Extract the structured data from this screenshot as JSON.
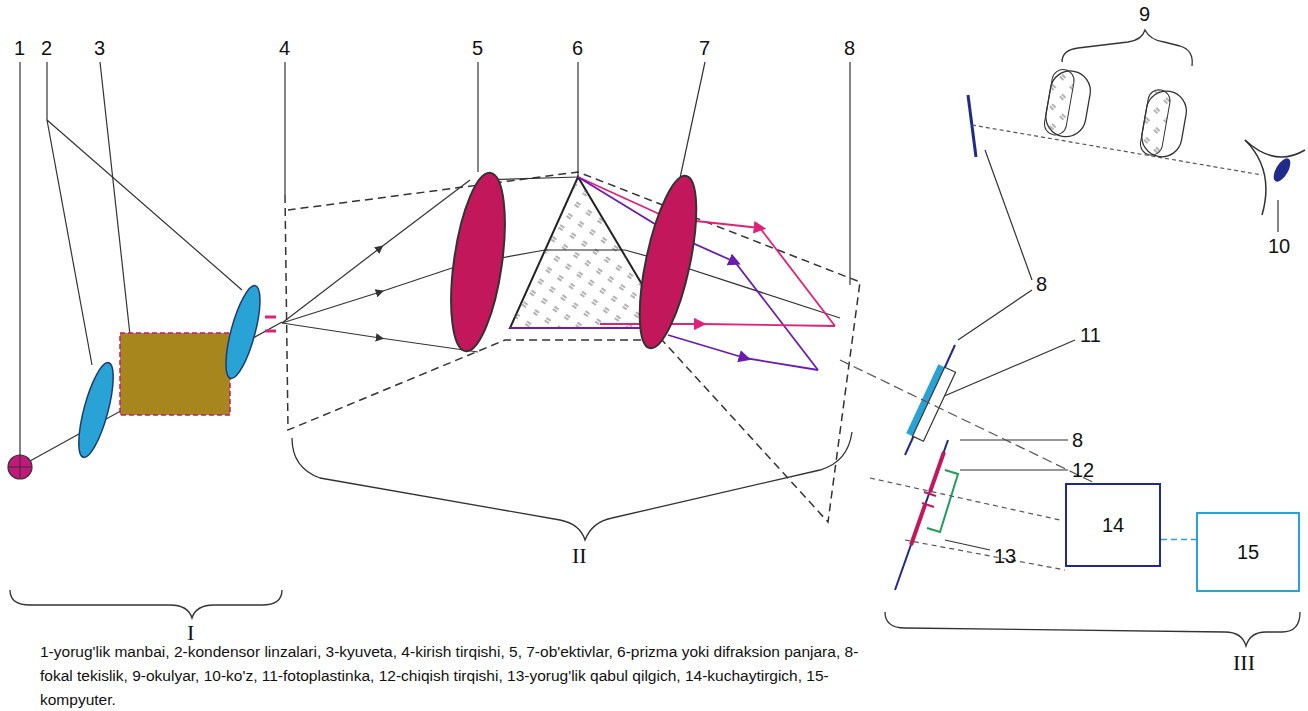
{
  "diagram": {
    "caption": "1-yorug'lik manbai, 2-kondensor linzalari, 3-kyuveta, 4-kirish tirqishi, 5, 7-ob'ektivlar, 6-prizma yoki difraksion panjara, 8-fokal tekislik, 9-okulyar, 10-ko'z, 11-fotoplastinka, 12-chiqish tirqishi, 13-yorug'lik qabul qilgich, 14-kuchaytirgich, 15-kompyuter.",
    "nodes": [
      {
        "text": [
          "14"
        ]
      },
      {
        "text": [
          "15"
        ]
      }
    ],
    "edges": [
      {
        "from": 0,
        "to": 1,
        "arrow": "none"
      }
    ],
    "labels": [
      "1",
      "2",
      "3",
      "4",
      "5",
      "6",
      "7",
      "8",
      "9",
      "10",
      "8",
      "11",
      "8",
      "12",
      "13",
      "I",
      "II",
      "III"
    ]
  }
}
